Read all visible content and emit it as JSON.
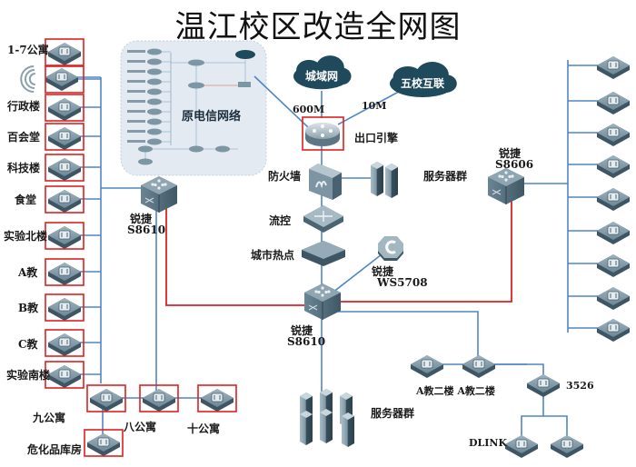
{
  "title": "温江校区改造全网图",
  "colors": {
    "link_blue": "#4f86c6",
    "link_red": "#e02020",
    "highlight_box": "#e02020",
    "device": "#5b7584",
    "cloud": "#1f4a5c",
    "old_network_bg": "#e3eaf2"
  },
  "left_buildings": [
    {
      "label": "1-7公寓",
      "device": "access-switch",
      "highlighted": true
    },
    {
      "label": "",
      "device": "wireless-controller",
      "wireless": true,
      "highlighted": true
    },
    {
      "label": "行政楼",
      "device": "access-switch",
      "highlighted": true
    },
    {
      "label": "百会堂",
      "device": "access-switch",
      "highlighted": true
    },
    {
      "label": "科技楼",
      "device": "access-switch",
      "highlighted": true
    },
    {
      "label": "食堂",
      "device": "access-switch",
      "highlighted": true
    },
    {
      "label": "实验北楼",
      "device": "access-switch",
      "highlighted": true
    },
    {
      "label": "A教",
      "device": "access-switch",
      "highlighted": true
    },
    {
      "label": "B教",
      "device": "access-switch",
      "highlighted": true
    },
    {
      "label": "C教",
      "device": "access-switch",
      "highlighted": true
    },
    {
      "label": "实验南楼",
      "device": "access-switch",
      "highlighted": true
    }
  ],
  "bottom_left": {
    "nine": {
      "label": "九公寓"
    },
    "eight": {
      "label": "八公寓"
    },
    "ten": {
      "label": "十公寓"
    },
    "hazard": {
      "label": "危化品库房"
    }
  },
  "old_network": {
    "label": "原电信网络"
  },
  "clouds": {
    "metro": {
      "label": "城域网"
    },
    "five_schools": {
      "label": "五校互联"
    }
  },
  "links": {
    "metro_bandwidth": "600M",
    "five_schools_bandwidth": "10M"
  },
  "core_chain": {
    "egress": {
      "label": "出口引擎"
    },
    "firewall": {
      "label": "防火墙"
    },
    "server_cluster_top": {
      "label": "服务器群"
    },
    "flow_control": {
      "label": "流控"
    },
    "city_hotspot": {
      "label": "城市热点"
    },
    "wireless_controller": {
      "brand": "锐捷",
      "model": "WS5708"
    },
    "core_switch": {
      "brand": "锐捷",
      "model": "S8610"
    },
    "server_cluster_bottom": {
      "label": "服务器群"
    }
  },
  "left_core": {
    "brand": "锐捷",
    "model": "S8610"
  },
  "right_core": {
    "brand": "锐捷",
    "model": "S8606"
  },
  "right_switch_count": 9,
  "bottom_right": {
    "a_building_2f_label": "A教二楼 A教二楼",
    "switch_3526": {
      "label": "3526"
    },
    "dlink": {
      "label": "DLINK"
    }
  }
}
